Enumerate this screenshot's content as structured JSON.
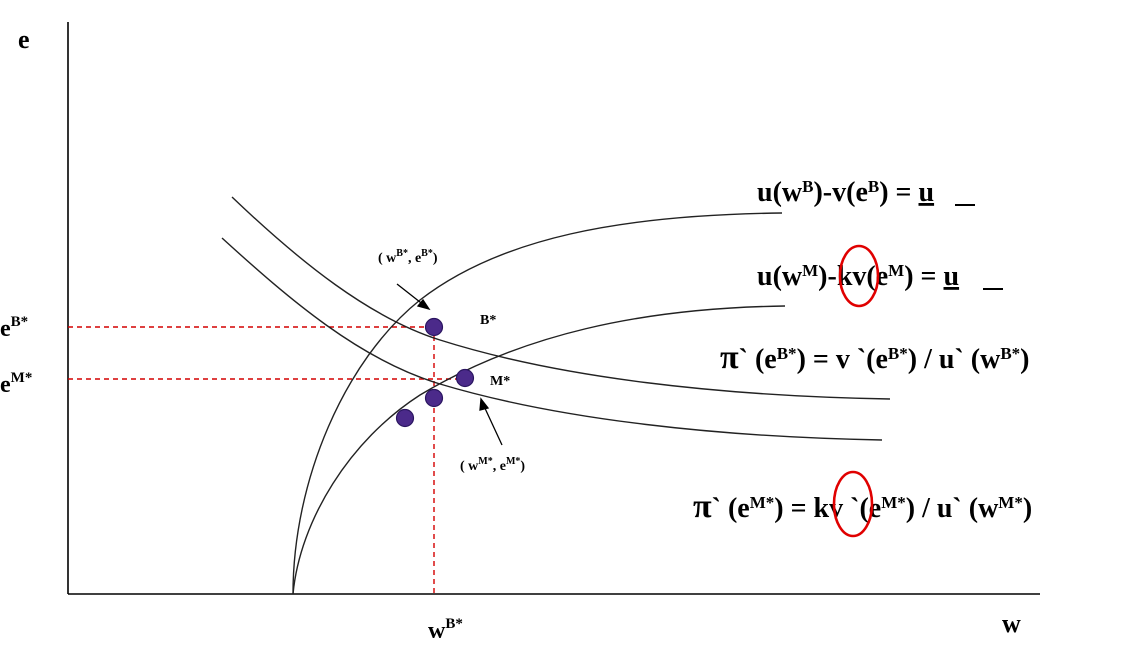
{
  "axes": {
    "x_label": "w",
    "y_label": "e"
  },
  "ticks": {
    "eB": {
      "base": "e",
      "sup": "B*"
    },
    "eM": {
      "base": "e",
      "sup": "M*"
    },
    "wB": {
      "base": "w",
      "sup": "B*"
    }
  },
  "points": {
    "b_label": "B*",
    "m_label": "M*",
    "b_coord": {
      "open": "( w",
      "sup1": "B*",
      "mid": ", e",
      "sup2": "B*",
      "close": ")"
    },
    "m_coord": {
      "open": "( w",
      "sup1": "M*",
      "mid": ", e",
      "sup2": "M*",
      "close": ")"
    }
  },
  "equations": {
    "eq1": {
      "p1": "u(w",
      "s1": "B",
      "p2": ")-v(e",
      "s2": "B",
      "p3": ") = ",
      "u": "u"
    },
    "eq2": {
      "p1": "u(w",
      "s1": "M",
      "p2": ")-",
      "kv": "kv",
      "p3": "(e",
      "s2": "M",
      "p4": ") = ",
      "u": "u"
    },
    "eq3": {
      "pi": "π",
      "p1": "` (e",
      "s1": "B*",
      "p2": ") = v `(e",
      "s2": "B*",
      "p3": ") / u` (w",
      "s3": "B*",
      "p4": ")"
    },
    "eq4": {
      "pi": "π",
      "p1": "` (e",
      "s1": "M*",
      "p2": ") = ",
      "kv": "kv",
      "p3": " `(e",
      "s2": "M*",
      "p4": ") / u` (w",
      "s3": "M*",
      "p5": ")"
    }
  },
  "colors": {
    "axis": "#000000",
    "curve": "#222222",
    "guide": "#d40000",
    "highlight": "#e00000",
    "point": "#4b2a8a"
  }
}
